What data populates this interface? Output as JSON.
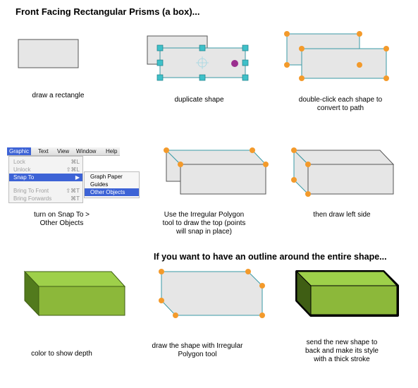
{
  "title": "Front Facing Rectangular Prisms (a box)...",
  "subtitle": "If you want to have an outline around the entire shape...",
  "captions": {
    "c1": "draw a rectangle",
    "c2": "duplicate shape",
    "c3": "double-click each shape to\nconvert to path",
    "c4": "turn on Snap To >\nOther Objects",
    "c5": "Use the Irregular Polygon\ntool to draw the top (points\nwill snap in place)",
    "c6": "then draw left side",
    "c7": "color to show depth",
    "c8": "draw the shape with Irregular\nPolygon tool",
    "c9": "send the new shape to\nback and make its style\nwith a thick stroke"
  },
  "menu": {
    "bar": [
      "Graphic",
      "Text",
      "View",
      "Window",
      "Help"
    ],
    "items": [
      {
        "label": "Lock",
        "shortcut": "⌘L"
      },
      {
        "label": "Unlock",
        "shortcut": "⇧⌘L"
      },
      {
        "label": "Snap To",
        "shortcut": "▶"
      },
      {
        "label": "Bring To Front",
        "shortcut": "⇧⌘T"
      },
      {
        "label": "Bring Forwards",
        "shortcut": "⌘T"
      }
    ],
    "submenu": [
      "Graph Paper",
      "Guides",
      "Other Objects"
    ]
  },
  "colors": {
    "shape_fill": "#e6e6e6",
    "handle": "#3fc0c8",
    "point": "#f39a2b",
    "green": "#8cb83a",
    "green_dark": "#527a1d",
    "green_top": "#9ed04a",
    "magenta": "#9b2f8f"
  }
}
